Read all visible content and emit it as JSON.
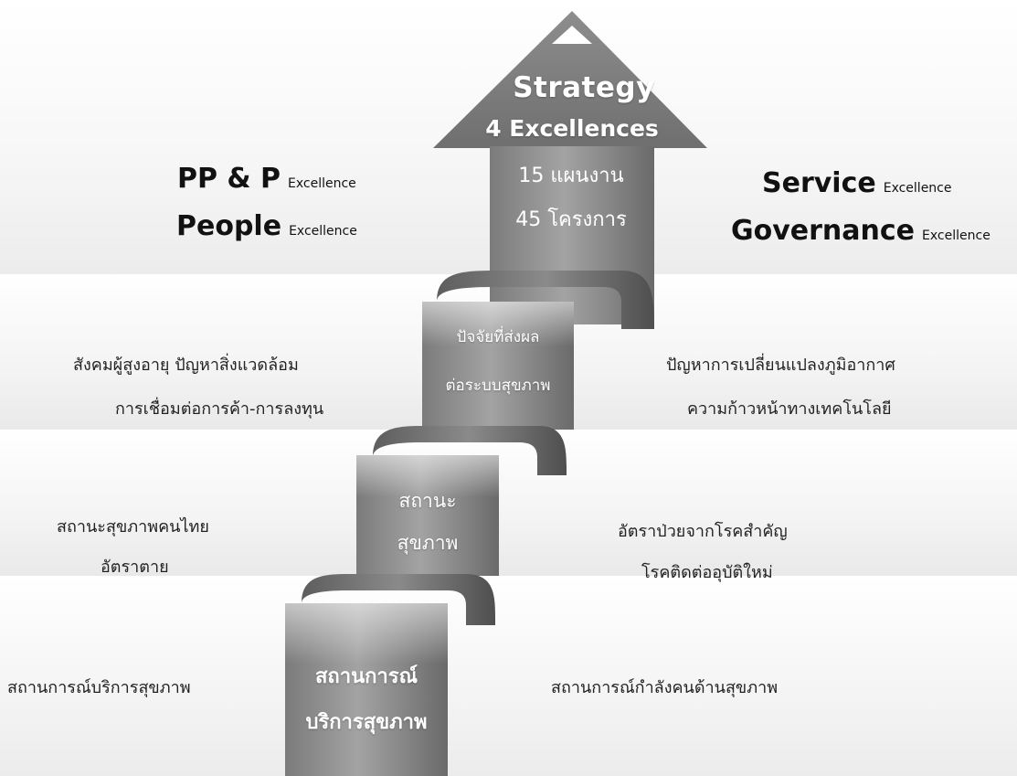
{
  "top": {
    "title": "Strategy",
    "subtitle": "4 Excellences",
    "plans": "15 แผนงาน",
    "projects": "45 โครงการ"
  },
  "pillars": {
    "pp_p": {
      "name": "PP & P",
      "suffix": "Excellence"
    },
    "people": {
      "name": "People",
      "suffix": "Excellence"
    },
    "service": {
      "name": "Service",
      "suffix": "Excellence"
    },
    "governance": {
      "name": "Governance",
      "suffix": "Excellence"
    }
  },
  "steps": [
    {
      "label_lines": [
        "สถานการณ์",
        "บริการสุขภาพ"
      ],
      "left_lines": [
        "สถานการณ์บริการสุขภาพ"
      ],
      "right_lines": [
        "สถานการณ์กำลังคนด้านสุขภาพ"
      ]
    },
    {
      "label_lines": [
        "สถานะ",
        "สุขภาพ"
      ],
      "left_lines": [
        "สถานะสุขภาพคนไทย",
        "อัตราตาย"
      ],
      "right_lines": [
        "อัตราป่วยจากโรคสำคัญ",
        "โรคติดต่ออุบัติใหม่"
      ]
    },
    {
      "label_lines": [
        "ปัจจัยที่ส่งผล",
        "ต่อระบบสุขภาพ"
      ],
      "left_lines": [
        "สังคมผู้สูงอายุ ปัญหาสิ่งแวดล้อม",
        "การเชื่อมต่อการค้า-การลงทุน"
      ],
      "right_lines": [
        "ปัญหาการเปลี่ยนแปลงภูมิอากาศ",
        "ความก้าวหน้าทางเทคโนโลยี"
      ]
    }
  ],
  "colors": {
    "step_dark": "#6f6f6f",
    "step_mid": "#9a9a9a",
    "step_light": "#c9c9c9",
    "text": "#1a1a1a"
  }
}
